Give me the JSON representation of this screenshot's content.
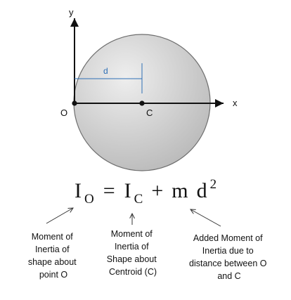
{
  "diagram": {
    "axes": {
      "x_label": "x",
      "y_label": "y"
    },
    "points": {
      "origin": "O",
      "centroid": "C"
    },
    "dimension": {
      "label": "d"
    },
    "colors": {
      "disk_fill_light": "#eeeeee",
      "disk_fill_dark": "#b9b9b9",
      "disk_stroke": "#6e6e6e",
      "dimension": "#2e6fb5",
      "ink": "#111111"
    }
  },
  "equation": {
    "lhs_main": "I",
    "lhs_sub": "O",
    "equals": "=",
    "rhs_main": "I",
    "rhs_sub": "C",
    "plus": "+",
    "mass": "m",
    "dist": "d",
    "power": "2"
  },
  "annotations": [
    {
      "lines": [
        "Moment of",
        "Inertia of",
        "shape about",
        "point O"
      ]
    },
    {
      "lines": [
        "Moment of",
        "Inertia of",
        "Shape about",
        "Centroid (C)"
      ]
    },
    {
      "lines": [
        "Added Moment of",
        "Inertia due to",
        "distance between O",
        "and C"
      ]
    }
  ]
}
